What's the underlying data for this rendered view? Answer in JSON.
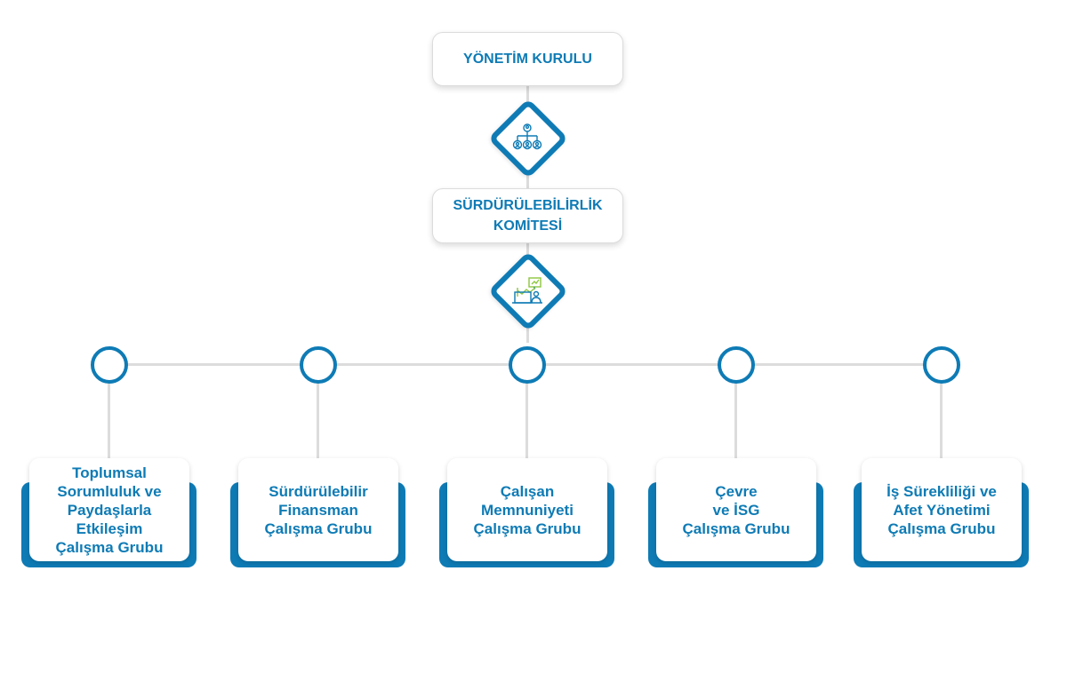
{
  "diagram": {
    "top": {
      "label": "YÖNETİM KURULU",
      "icon": "org-chart-icon"
    },
    "committee": {
      "line1": "SÜRDÜRÜLEBİLİRLİK",
      "line2": "KOMİTESİ",
      "icon": "presentation-chart-icon"
    },
    "groups": [
      {
        "lines": [
          "Toplumsal",
          "Sorumluluk ve",
          "Paydaşlarla",
          "Etkileşim",
          "Çalışma Grubu"
        ]
      },
      {
        "lines": [
          "Sürdürülebilir",
          "Finansman",
          "Çalışma Grubu"
        ]
      },
      {
        "lines": [
          "Çalışan",
          "Memnuniyeti",
          "Çalışma Grubu"
        ]
      },
      {
        "lines": [
          "Çevre",
          "ve İSG",
          "Çalışma Grubu"
        ]
      },
      {
        "lines": [
          "İş Sürekliliği ve",
          "Afet Yönetimi",
          "Çalışma Grubu"
        ]
      }
    ]
  },
  "colors": {
    "accent": "#0e7bb5",
    "line": "#dcdcdc",
    "icon_green": "#8dc63f"
  }
}
